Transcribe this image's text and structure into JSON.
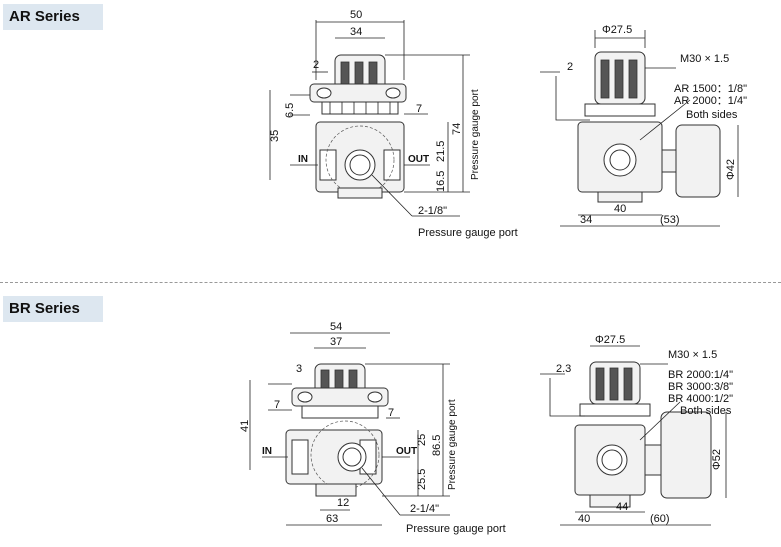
{
  "ar": {
    "title": "AR Series",
    "front": {
      "w50": "50",
      "w34": "34",
      "d2": "2",
      "d6_5": "6.5",
      "d35": "35",
      "d7": "7",
      "d21_5": "21.5",
      "d16_5": "16.5",
      "d74": "74",
      "in": "IN",
      "out": "OUT",
      "gauge_vertical": "Pressure gauge port",
      "thread": "2-1/8\"",
      "gauge_port": "Pressure gauge port"
    },
    "side": {
      "phi27": "Φ27.5",
      "m30": "M30 × 1.5",
      "d2": "2",
      "ar1500": "AR 1500：1/8\"",
      "ar2000": "AR 2000：1/4\"",
      "both": "Both sides",
      "d40": "40",
      "d34": "34",
      "d53": "(53)",
      "phi42": "Φ42"
    }
  },
  "br": {
    "title": "BR Series",
    "front": {
      "w54": "54",
      "w37": "37",
      "d3": "3",
      "d7a": "7",
      "d7b": "7",
      "d41": "41",
      "d25": "25",
      "d25_5": "25.5",
      "d86_5": "86.5",
      "in": "IN",
      "out": "OUT",
      "gauge_vertical": "Pressure gauge port",
      "d12": "12",
      "d63": "63",
      "thread": "2-1/4\"",
      "gauge_port": "Pressure gauge port"
    },
    "side": {
      "phi27": "Φ27.5",
      "m30": "M30 × 1.5",
      "d2_3": "2.3",
      "br2000": "BR 2000:1/4\"",
      "br3000": "BR 3000:3/8\"",
      "br4000": "BR 4000:1/2\"",
      "both": "Both sides",
      "d40": "40",
      "d44": "44",
      "d60": "(60)",
      "phi52": "Φ52"
    }
  }
}
